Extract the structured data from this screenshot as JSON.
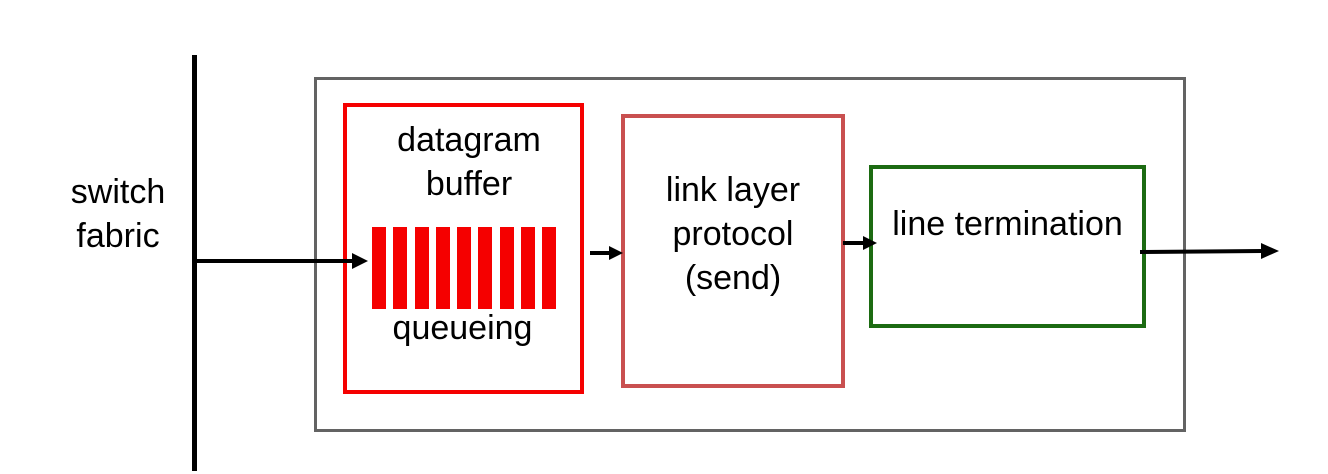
{
  "switch_fabric": {
    "label": "switch fabric"
  },
  "buffer": {
    "title": "datagram buffer",
    "queue_label": "queueing",
    "slot_count": 9
  },
  "link_layer": {
    "label": "link layer protocol (send)"
  },
  "line_termination": {
    "label": "line termination"
  },
  "colors": {
    "buffer": "#f50000",
    "link_layer": "#c95050",
    "line_termination": "#1c6b12",
    "outer_box": "#636363"
  }
}
